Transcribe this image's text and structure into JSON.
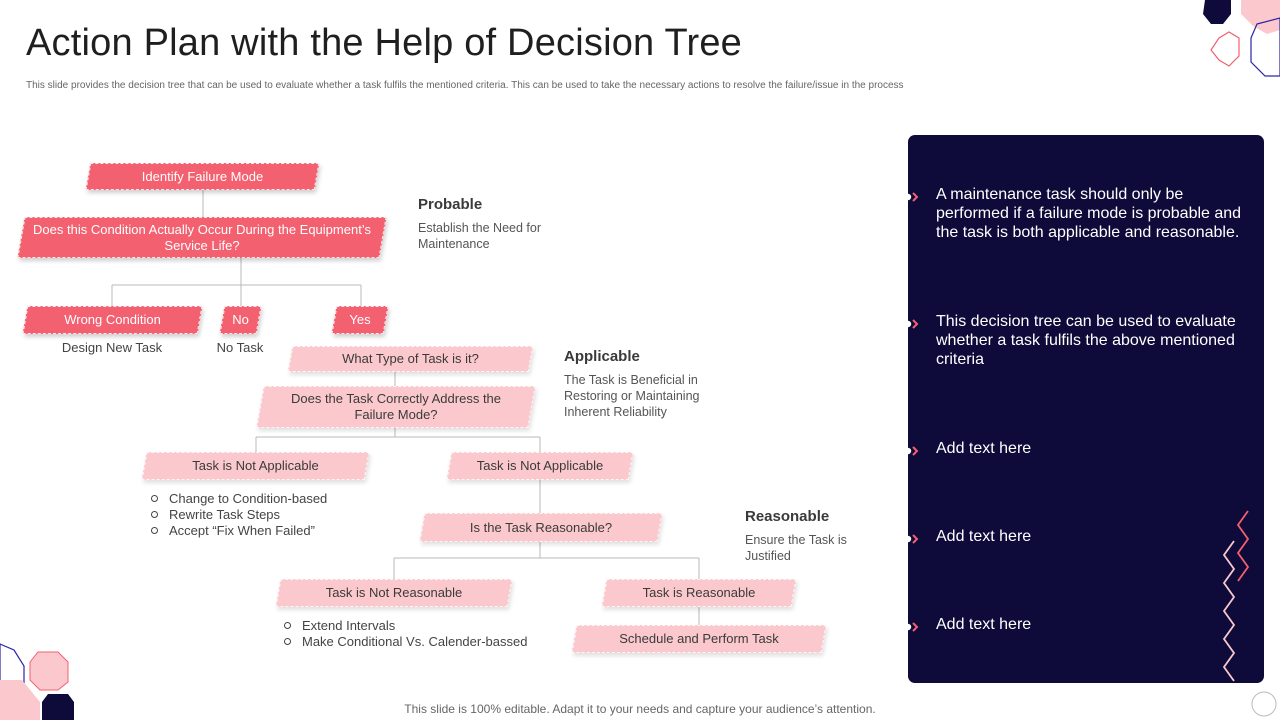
{
  "header": {
    "title": "Action Plan with the Help of Decision Tree",
    "subtitle": "This slide provides the decision tree that can be used to evaluate whether a task fulfils the mentioned criteria. This can be used to take the necessary actions to resolve the failure/issue in the process"
  },
  "tree": {
    "identify": "Identify Failure Mode",
    "condition": "Does this Condition Actually Occur During the Equipment’s Service Life?",
    "wrong_condition": "Wrong Condition",
    "no": "No",
    "yes": "Yes",
    "design_new_task": "Design New Task",
    "no_task": "No Task",
    "task_type": "What Type of Task is it?",
    "address": "Does the Task Correctly Address the Failure Mode?",
    "not_applicable_left": "Task is Not Applicable",
    "not_applicable_right": "Task is Not Applicable",
    "reasonable_q": "Is the Task Reasonable?",
    "not_reasonable": "Task is Not Reasonable",
    "is_reasonable": "Task is Reasonable",
    "schedule": "Schedule and Perform Task",
    "na_bullets": [
      "Change to Condition-based",
      "Rewrite Task Steps",
      "Accept “Fix When Failed”"
    ],
    "nr_bullets": [
      "Extend Intervals",
      "Make Conditional Vs. Calender-bassed"
    ]
  },
  "criteria": {
    "probable": {
      "title": "Probable",
      "desc": "Establish the Need for Maintenance"
    },
    "applicable": {
      "title": "Applicable",
      "desc": "The Task is Beneficial in Restoring or Maintaining Inherent Reliability"
    },
    "reasonable": {
      "title": "Reasonable",
      "desc": "Ensure the Task is Justified"
    }
  },
  "panel": {
    "items": [
      "A maintenance task should only be performed if a failure mode is probable and the task is both applicable and reasonable.",
      "This decision tree can be used to evaluate whether a task fulfils the above mentioned criteria",
      "Add text here",
      "Add text here",
      "Add text here"
    ]
  },
  "footer": "This slide is 100% editable. Adapt it to your needs and capture your audience’s attention.",
  "colors": {
    "accent": "#f3606f",
    "accent_light": "#fbc9cd",
    "panel_bg": "#0e0a3a"
  }
}
